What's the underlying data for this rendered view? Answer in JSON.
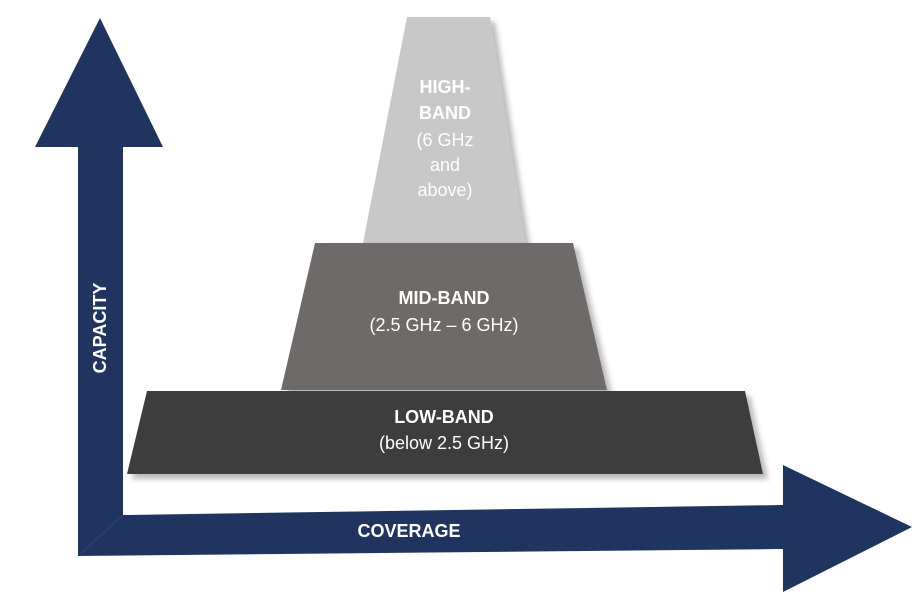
{
  "axes": {
    "y_label": "CAPACITY",
    "x_label": "COVERAGE"
  },
  "bands": {
    "high": {
      "lines": [
        "HIGH-",
        "BAND",
        "(6 GHz",
        "and",
        "above)"
      ]
    },
    "mid": {
      "title": "MID-BAND",
      "range": "(2.5 GHz – 6 GHz)"
    },
    "low": {
      "title": "LOW-BAND",
      "range": "(below 2.5 GHz)"
    }
  },
  "colors": {
    "axis": "#1f3560",
    "high_band": "#c8c8c8",
    "mid_band": "#6e6b69",
    "low_band": "#3d3d3d",
    "text": "#ffffff"
  }
}
